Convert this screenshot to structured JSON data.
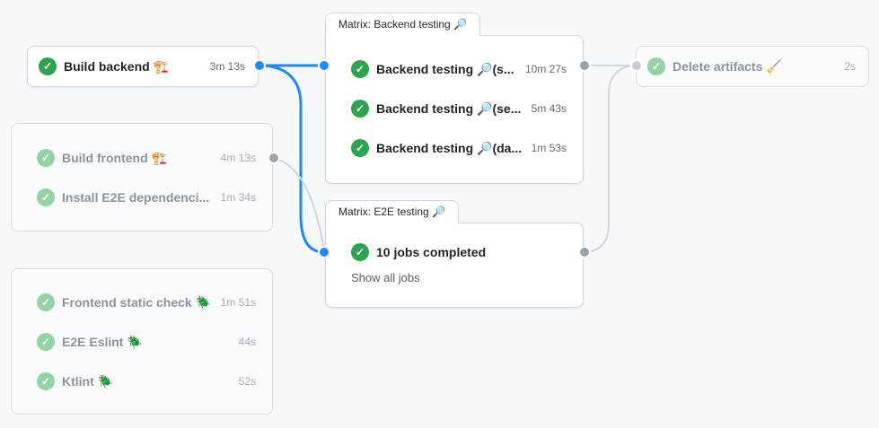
{
  "page": {
    "background": "#f6f8fa"
  },
  "colors": {
    "highlight_blue": "#2088ff",
    "edge_gray": "#d0d7de",
    "success_green": "#2da44e",
    "success_green_faded": "#94d3a4",
    "card_background": "#ffffff",
    "text_primary": "#1f2328",
    "text_secondary": "#636c76"
  },
  "icons": {
    "check": "✓"
  },
  "nodes": {
    "build_backend": {
      "label": "Build backend 🏗️",
      "duration": "3m 13s"
    },
    "frontend_group": {
      "jobs": [
        {
          "label": "Build frontend 🏗️",
          "duration": "4m 13s"
        },
        {
          "label": "Install E2E dependenci...",
          "duration": "1m 34s"
        }
      ]
    },
    "checks_group": {
      "jobs": [
        {
          "label": "Frontend static check 🪲",
          "duration": "1m 51s"
        },
        {
          "label": "E2E Eslint 🪲",
          "duration": "44s"
        },
        {
          "label": "Ktlint 🪲",
          "duration": "52s"
        }
      ]
    },
    "matrix_backend": {
      "tab": "Matrix: Backend testing 🔎",
      "jobs": [
        {
          "label": "Backend testing 🔎(s...",
          "duration": "10m 27s"
        },
        {
          "label": "Backend testing 🔎(se...",
          "duration": "5m 43s"
        },
        {
          "label": "Backend testing 🔎(da...",
          "duration": "1m 53s"
        }
      ]
    },
    "matrix_e2e": {
      "tab": "Matrix: E2E testing 🔎",
      "summary": "10 jobs completed",
      "show_all_label": "Show all jobs"
    },
    "delete_artifacts": {
      "label": "Delete artifacts 🧹",
      "duration": "2s"
    }
  }
}
